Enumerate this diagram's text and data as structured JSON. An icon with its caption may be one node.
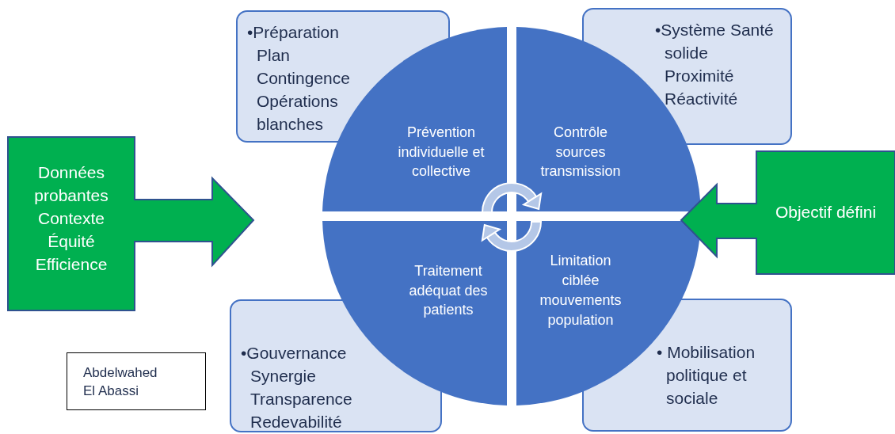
{
  "diagram": {
    "nodes": [
      {
        "text": [
          "•Préparation Plan Contingence Opérations blanches"
        ]
      },
      {
        "text": [
          "•Système Santé solide Proximité Réactivité"
        ]
      },
      {
        "text": [
          "Données probantes Contexte Équité Efficience"
        ]
      },
      {
        "text": [
          "Prévention individuelle et collective"
        ]
      },
      {
        "text": [
          "Contrôle sources transmission"
        ]
      },
      {
        "text": [
          "Objectif défini"
        ]
      },
      {
        "text": [
          "Traitement adéquat des patients"
        ]
      },
      {
        "text": [
          "Limitation ciblée mouvements population"
        ]
      },
      {
        "text": [
          "Abdelwahed El Abassi"
        ]
      },
      {
        "text": [
          "•Gouvernance Synergie Transparence Redevabilité"
        ]
      },
      {
        "text": [
          "• Mobilisation politique et sociale"
        ]
      }
    ]
  }
}
